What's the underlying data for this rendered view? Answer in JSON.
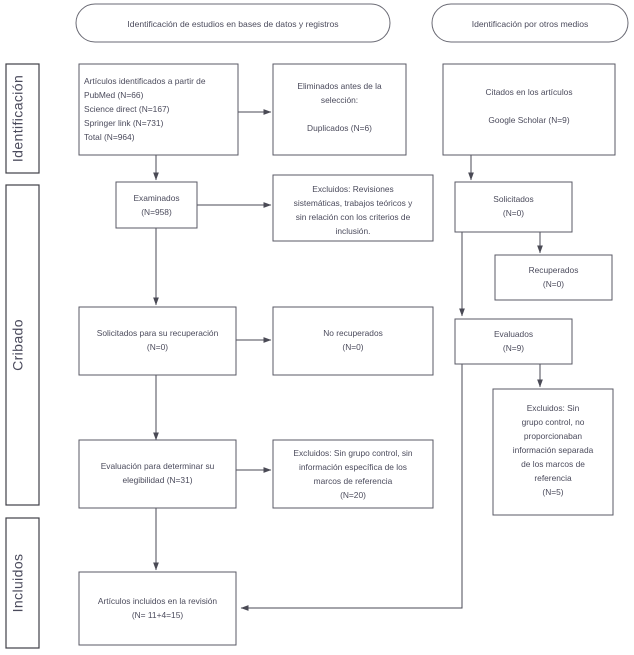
{
  "diagram": {
    "title": "PRISMA flow diagram",
    "language": "es",
    "colors": {
      "text": "#4b4b5c",
      "box_border": "#5a5a66",
      "stage_border": "#3f3f48",
      "connector": "#4a4a55",
      "background": "#ffffff"
    }
  },
  "headers": [
    {
      "id": "header-databases",
      "label": "Identificación de estudios en bases de datos y registros"
    },
    {
      "id": "header-other",
      "label": "Identificación por otros medios"
    }
  ],
  "stages": [
    {
      "id": "stage-identificacion",
      "label": "Identificación"
    },
    {
      "id": "stage-cribado",
      "label": "Cribado"
    },
    {
      "id": "stage-incluidos",
      "label": "Incluidos"
    }
  ],
  "boxes": {
    "identified": {
      "id": "box-identified-records",
      "lines": [
        "Artículos identificados a partir de",
        "PubMed (N=66)",
        "Science direct (N=167)",
        "Springer link (N=731)",
        "Total (N=964)"
      ],
      "align": "left"
    },
    "removed_before": {
      "id": "box-removed-before-screening",
      "lines": [
        "Eliminados antes de la",
        "selección:",
        "",
        "Duplicados (N=6)"
      ],
      "align": "center"
    },
    "cited_articles": {
      "id": "box-cited-in-articles",
      "lines": [
        "Citados en los artículos",
        "",
        "Google Scholar (N=9)"
      ],
      "align": "center"
    },
    "screened": {
      "id": "box-screened",
      "lines": [
        "Examinados",
        "(N=958)"
      ],
      "align": "center"
    },
    "excluded_screened": {
      "id": "box-excluded-screened",
      "lines": [
        "Excluidos: Revisiones",
        "sistemáticas, trabajos teóricos y",
        "sin relación con los criterios de",
        "inclusión."
      ],
      "align": "center"
    },
    "requested_other": {
      "id": "box-requested-other",
      "lines": [
        "Solicitados",
        "(N=0)"
      ],
      "align": "center"
    },
    "retrieved_other": {
      "id": "box-retrieved-other",
      "lines": [
        "Recuperados",
        "(N=0)"
      ],
      "align": "center"
    },
    "sought_retrieval": {
      "id": "box-sought-retrieval",
      "lines": [
        "Solicitados para su recuperación",
        "(N=0)"
      ],
      "align": "center"
    },
    "not_retrieved": {
      "id": "box-not-retrieved",
      "lines": [
        "No recuperados",
        "(N=0)"
      ],
      "align": "center"
    },
    "assessed_other": {
      "id": "box-assessed-other",
      "lines": [
        "Evaluados",
        "(N=9)"
      ],
      "align": "center"
    },
    "eligibility": {
      "id": "box-eligibility",
      "lines": [
        "Evaluación para determinar su",
        "elegibilidad (N=31)"
      ],
      "align": "center"
    },
    "excluded_eligibility": {
      "id": "box-excluded-eligibility",
      "lines": [
        "Excluidos: Sin grupo control, sin",
        "información específica de los",
        "marcos de referencia",
        "(N=20)"
      ],
      "align": "center"
    },
    "excluded_other": {
      "id": "box-excluded-other",
      "lines": [
        "Excluidos: Sin",
        "grupo control, no",
        "proporcionaban",
        "información separada",
        "de los marcos de",
        "referencia",
        "(N=5)"
      ],
      "align": "center"
    },
    "included": {
      "id": "box-included",
      "lines": [
        "Artículos incluidos en la revisión",
        "(N= 11+4=15)"
      ],
      "align": "center"
    }
  }
}
